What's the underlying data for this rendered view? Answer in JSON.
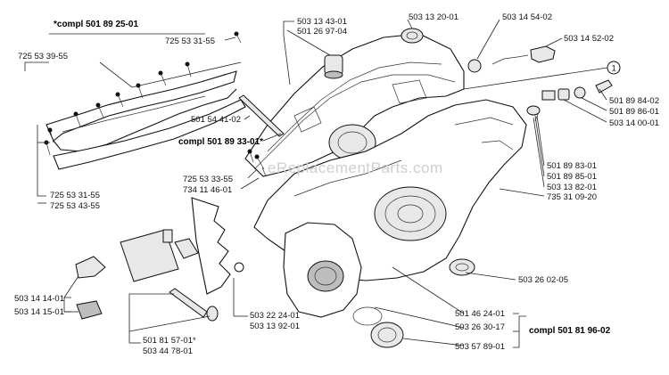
{
  "watermark": "eReplacementParts.com",
  "callout_marker": "1",
  "labels": {
    "compl_501_89_25_01": "*compl 501 89 25-01",
    "p725_53_31_55_top": "725 53 31-55",
    "p725_53_39_55": "725 53 39-55",
    "p501_54_41_02": "501 54 41-02",
    "compl_501_89_33_01": "compl 501 89 33-01*",
    "p725_53_31_55_bot": "725 53 31-55",
    "p725_53_43_55": "725 53 43-55",
    "p725_53_33_55": "725 53 33-55",
    "p734_11_46_01": "734 11 46-01",
    "p503_13_43_01": "503 13 43-01",
    "p501_26_97_04": "501 26 97-04",
    "p503_13_20_01": "503 13 20-01",
    "p503_14_54_02": "503 14 54-02",
    "p503_14_52_02": "503 14 52-02",
    "p501_89_84_02": "501 89 84-02",
    "p501_89_86_01": "501 89 86-01",
    "p503_14_00_01": "503 14 00-01",
    "p501_89_83_01": "501 89 83-01",
    "p501_89_85_01": "501 89 85-01",
    "p503_13_82_01": "503 13 82-01",
    "p735_31_09_20": "735 31 09-20",
    "p503_26_02_05": "503 26 02-05",
    "p503_14_14_01": "503 14 14-01",
    "p503_14_15_01": "503 14 15-01",
    "p503_22_24_01": "503 22 24-01",
    "p503_13_92_01": "503 13 92-01",
    "p501_81_57_01": "501 81 57-01*",
    "p503_44_78_01": "503 44 78-01",
    "p501_46_24_01": "501 46 24-01",
    "p503_26_30_17": "503 26 30-17",
    "p503_57_89_01": "503 57 89-01",
    "compl_501_81_96_02": "compl 501 81 96-02"
  }
}
